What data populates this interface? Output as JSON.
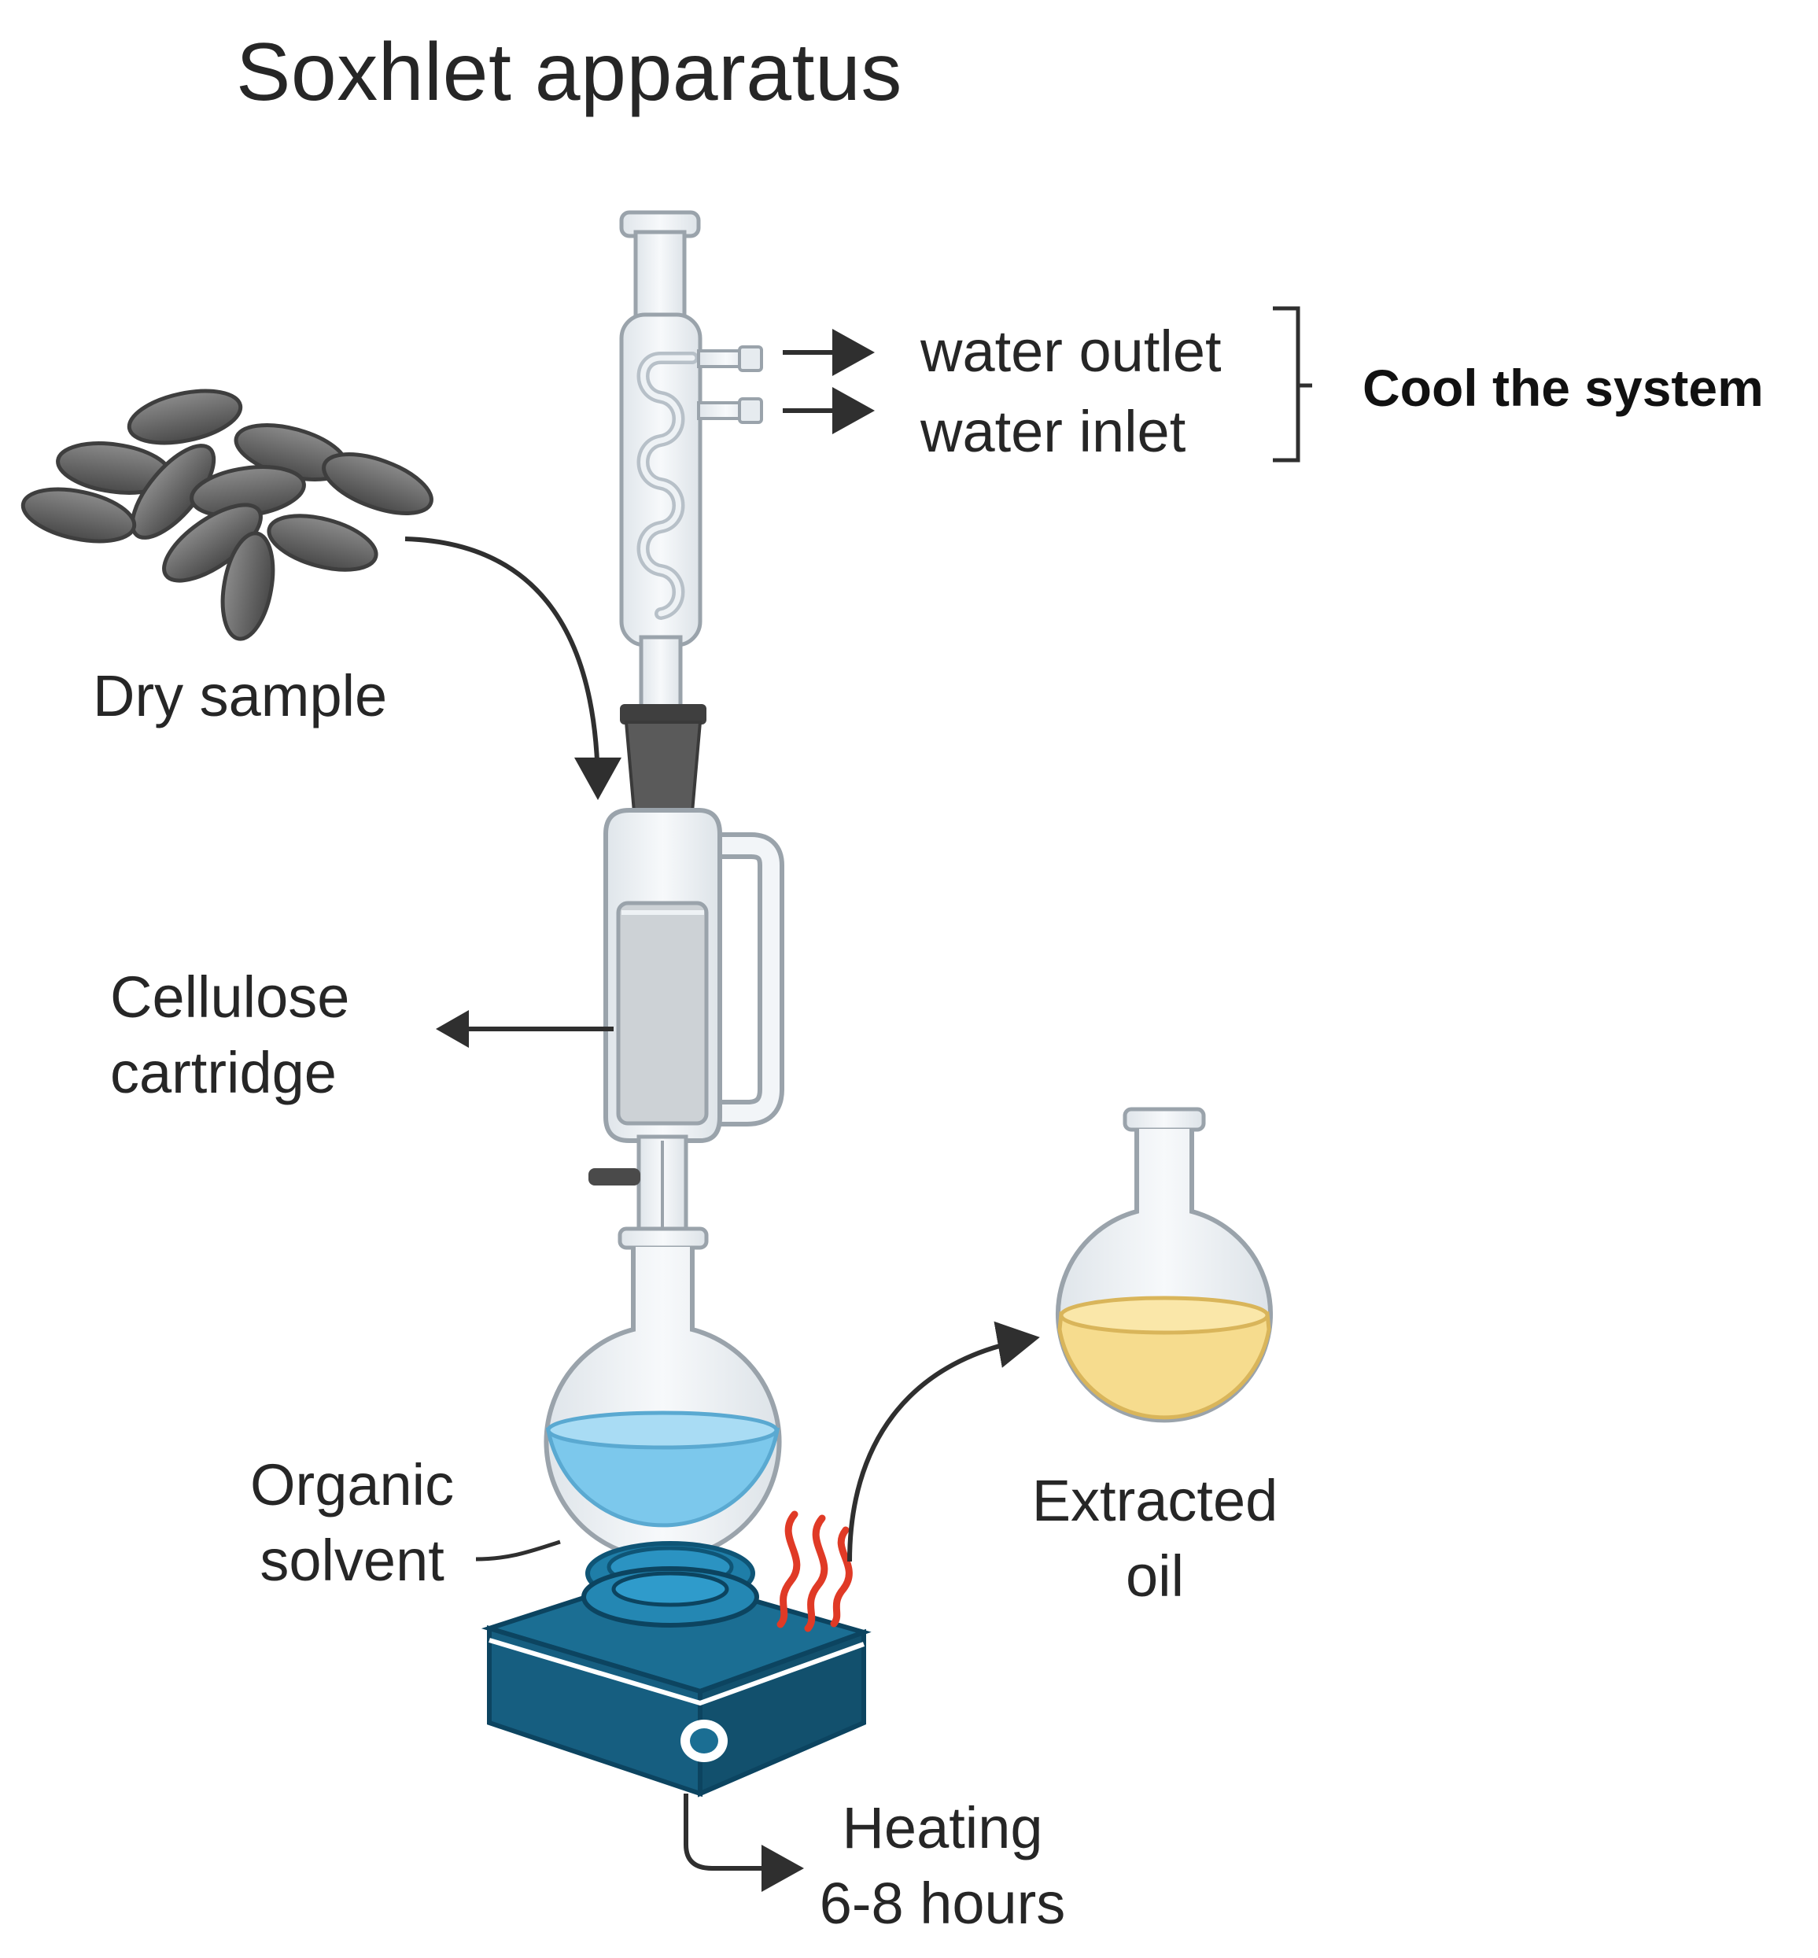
{
  "title": "Soxhlet apparatus",
  "labels": {
    "water_outlet": "water outlet",
    "water_inlet": "water inlet",
    "cool_system": "Cool the system",
    "dry_sample": "Dry sample",
    "cellulose_cartridge": "Cellulose\ncartridge",
    "organic_solvent": "Organic\nsolvent",
    "extracted_oil": "Extracted\noil",
    "heating": "Heating\n6-8 hours"
  },
  "colors": {
    "glass": "#eef2f5",
    "glass_edge": "#9aa3ab",
    "seed": "#6b6b6b",
    "solvent": "#7cc8ec",
    "oil": "#f6dc8e",
    "heater": "#1b6e93",
    "heat_wave": "#e03a26",
    "stopper": "#5a5a5a"
  }
}
